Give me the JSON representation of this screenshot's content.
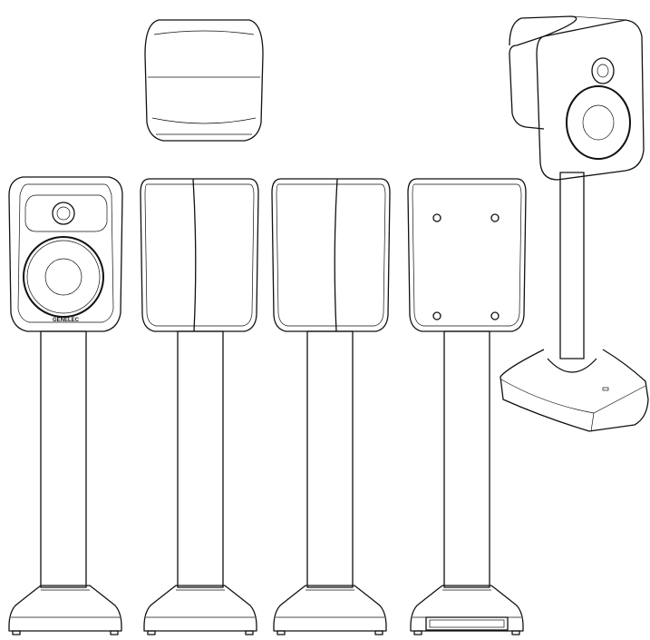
{
  "drawing": {
    "brand_logo": "GENELEC",
    "views": [
      "top",
      "front",
      "left-side",
      "right-side",
      "back",
      "perspective"
    ]
  }
}
